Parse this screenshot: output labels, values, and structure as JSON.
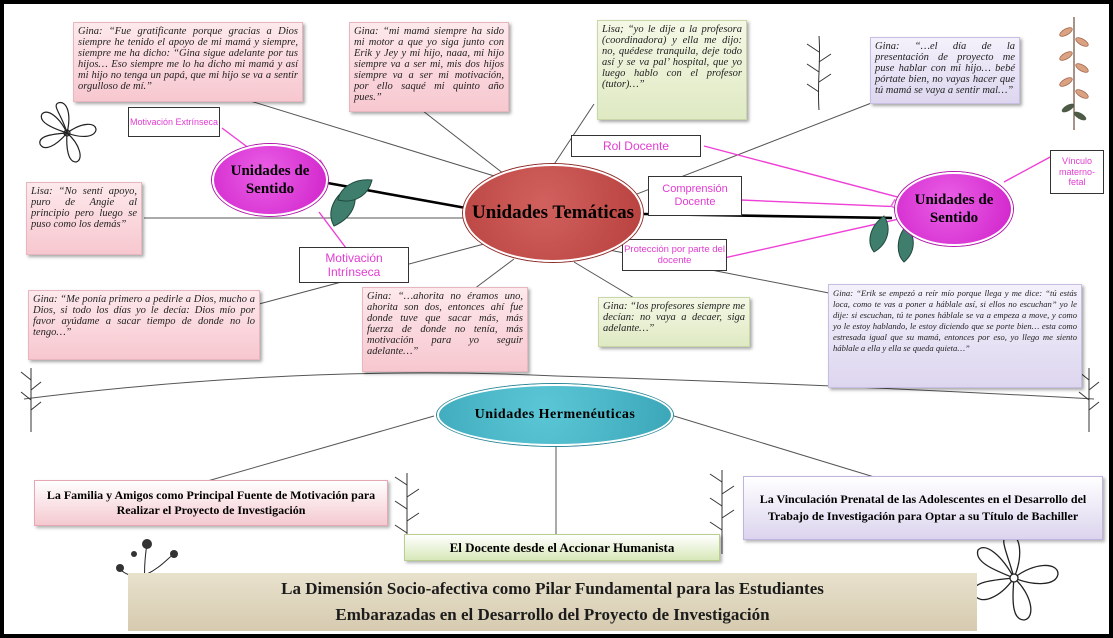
{
  "central": {
    "tematicas": "Unidades Temáticas",
    "sentido_left": "Unidades de Sentido",
    "sentido_right": "Unidades de Sentido",
    "hermeneuticas": "Unidades Hermenéuticas"
  },
  "labels": {
    "motivacion_extrinseca": "Motivación Extrínseca",
    "motivacion_intrinseca": "Motivación Intrínseca",
    "rol_docente": "Rol Docente",
    "comprension_docente": "Comprensión Docente",
    "proteccion_docente": "Protección por parte del docente",
    "vinculo": "Vínculo materno-fetal"
  },
  "quotes": {
    "gina_1": "Gina: “Fue gratificante porque gracias a Dios siempre he tenido el apoyo de mi mamá y siempre, siempre me ha dicho: “Gina sigue adelante por tus hijos… Eso siempre me lo ha dicho mi mamá y así mi hijo no tenga un papá, que mi hijo se va a sentir orgulloso de mí.”",
    "gina_2": "Gina: “mi mamá siempre ha sido mi motor a que yo siga junto con Erik y Jey y mi hijo, naaa, mi hijo siempre va a ser mi, mis dos hijos siempre va a ser mi motivación, por ello saqué mi quinto año pues.”",
    "lisa_1": "Lisa; “yo le dije a la profesora (coordinadora) y ella me dijo: no, quédese tranquila, deje todo así y se va pal’ hospital, que yo luego hablo con el profesor (tutor)…”",
    "gina_3": "Gina: “…el día de la presentación de proyecto me puse hablar con mi hijo… bebé pórtate bien, no vayas hacer que tú mamá se vaya a sentir mal…”",
    "lisa_2": "Lisa: “No sentí apoyo, puro de Angie al principio pero luego se puso como los demás”",
    "gina_4": "Gina: “Me ponía primero a pedirle a Dios, mucho a Dios, si todo los días yo le decía: Dios mío por favor ayúdame a sacar tiempo de donde no lo tengo…”",
    "gina_5": "Gina: “…ahorita no éramos uno, ahorita son dos, entonces ahí fue donde tuve que sacar más, más fuerza de donde no tenía, más motivación para yo seguir adelante…”",
    "gina_6": "Gina: “los profesores siempre me decían: no vaya a decaer, siga adelante…”",
    "gina_7": "Gina: “Erik se empezó a reír mío porque llega y me dice: “tú estás loca, como te vas a poner a háblale así, si ellos no escuchan” yo le dije: si escuchan, tú te pones háblale se va a empeza a move, y como yo le estoy hablando, le estoy diciendo que se porte bien… esta como estresada igual que su mamá, entonces por eso, yo llego me siento háblale a ella y ella se queda quieta…”"
  },
  "results": {
    "familia": "La Familia y Amigos como Principal Fuente de Motivación para Realizar el Proyecto de Investigación",
    "docente": "El Docente desde el Accionar Humanista",
    "vinculacion": "La Vinculación Prenatal de las Adolescentes en el Desarrollo del Trabajo de Investigación para Optar a su Título de Bachiller"
  },
  "banner": {
    "line1": "La Dimensión Socio-afectiva como Pilar Fundamental para las Estudiantes",
    "line2": "Embarazadas en el Desarrollo del Proyecto de Investigación"
  },
  "colors": {
    "magenta_line": "#ee3fd6",
    "sentido": "#d62ad0",
    "tematicas": "#c04e4b",
    "hermeneuticas": "#4bb8c8",
    "banner": "#ddd3b9"
  }
}
